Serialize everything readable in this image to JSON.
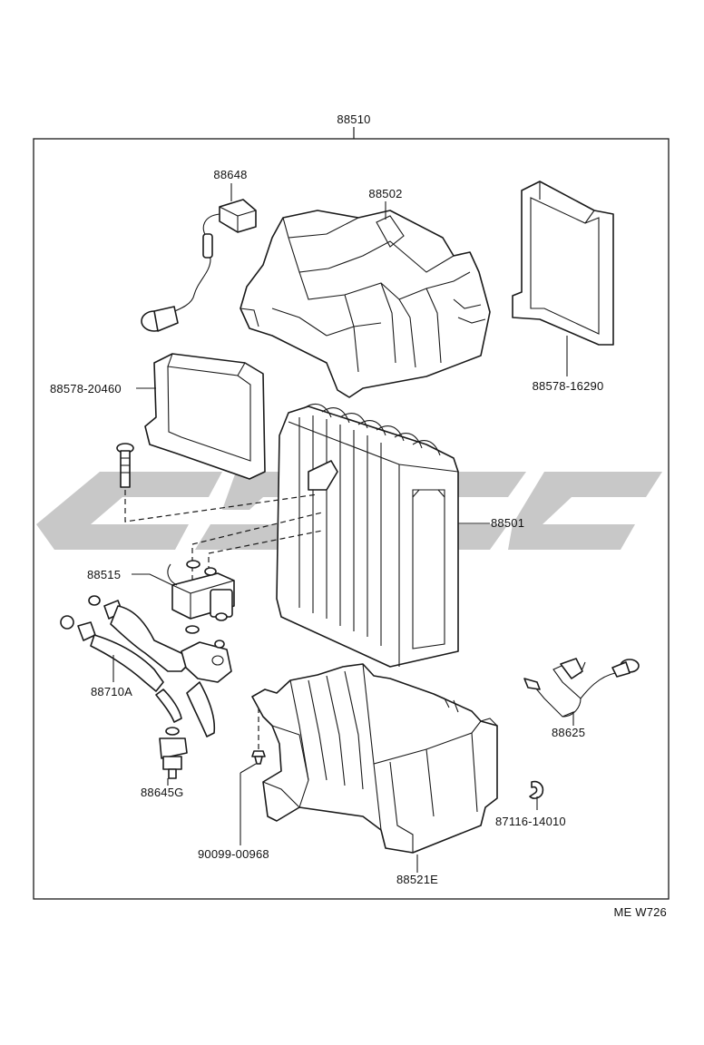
{
  "diagram": {
    "assembly_label": "88510",
    "drawing_code": "ME W726",
    "parts": [
      {
        "id": "p88648",
        "label": "88648"
      },
      {
        "id": "p88502",
        "label": "88502"
      },
      {
        "id": "p88578a",
        "label": "88578-20460"
      },
      {
        "id": "p88578b",
        "label": "88578-16290"
      },
      {
        "id": "p88501",
        "label": "88501"
      },
      {
        "id": "p88515",
        "label": "88515"
      },
      {
        "id": "p88710A",
        "label": "88710A"
      },
      {
        "id": "p88625",
        "label": "88625"
      },
      {
        "id": "p88645G",
        "label": "88645G"
      },
      {
        "id": "p87116",
        "label": "87116-14010"
      },
      {
        "id": "p90099",
        "label": "90099-00968"
      },
      {
        "id": "p88521E",
        "label": "88521E"
      }
    ]
  }
}
